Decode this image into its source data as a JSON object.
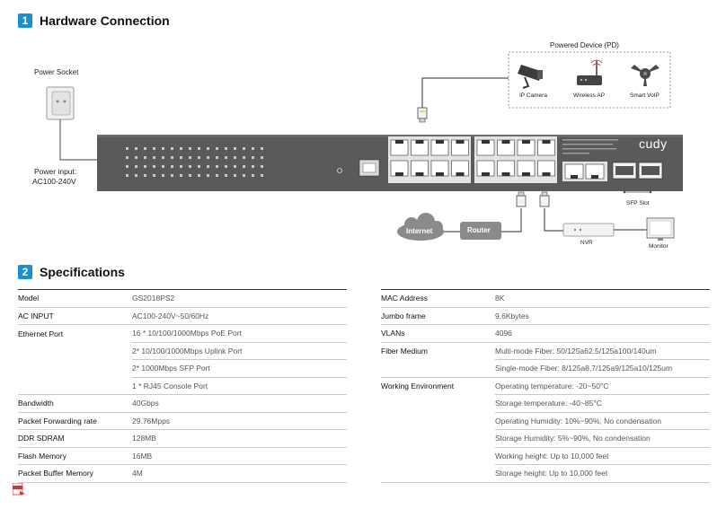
{
  "sections": {
    "hardware": {
      "number": "1",
      "title": "Hardware Connection"
    },
    "specs": {
      "number": "2",
      "title": "Specifications"
    }
  },
  "diagram": {
    "power_socket_label": "Power Socket",
    "power_input_label_line1": "Power input:",
    "power_input_label_line2": "AC100-240V",
    "pd_group_label": "Powered Device (PD)",
    "pd_devices": [
      "IP Camera",
      "Wireless AP",
      "Smart VoIP"
    ],
    "brand": "cudy",
    "sfp_slot_label": "SFP Slot",
    "internet_label": "Internet",
    "router_label": "Router",
    "nvr_label": "NVR",
    "monitor_label": "Monitor"
  },
  "specs_left": [
    {
      "key": "Model",
      "values": [
        "GS2018PS2"
      ]
    },
    {
      "key": "AC INPUT",
      "values": [
        "AC100-240V~50/60Hz"
      ]
    },
    {
      "key": "Ethernet Port",
      "values": [
        "16 * 10/100/1000Mbps PoE Port",
        "2* 10/100/1000Mbps Uplink Port",
        "2* 1000Mbps SFP Port",
        "1 * RJ45 Console Port"
      ]
    },
    {
      "key": "Bandwidth",
      "values": [
        "40Gbps"
      ]
    },
    {
      "key": "Packet Forwarding rate",
      "values": [
        "29.76Mpps"
      ]
    },
    {
      "key": "DDR SDRAM",
      "values": [
        "128MB"
      ]
    },
    {
      "key": "Flash Memory",
      "values": [
        "16MB"
      ]
    },
    {
      "key": "Packet Buffer Memory",
      "values": [
        "4M"
      ]
    }
  ],
  "specs_right": [
    {
      "key": "MAC Address",
      "values": [
        "8K"
      ]
    },
    {
      "key": "Jumbo frame",
      "values": [
        "9.6Kbytes"
      ]
    },
    {
      "key": "VLANs",
      "values": [
        "4096"
      ]
    },
    {
      "key": "Fiber Medium",
      "values": [
        "Multi-mode Fiber: 50/125a62.5/125a100/140um",
        "Single-mode Fiber: 8/125a8.7/125a9/125a10/125um"
      ]
    },
    {
      "key": "Working Environment",
      "values": [
        "Operating temperature: -20~50°C",
        "Storage temperature: -40~85°C",
        "Operating Humidity: 10%~90%, No condensation",
        "Storage Humidity: 5%~90%, No condensation",
        "Working height: Up to 10,000 feet",
        "Storage height: Up to 10,000 feet"
      ]
    }
  ],
  "colors": {
    "accent": "#1a8fd0",
    "switch_body": "#5a5a5a"
  }
}
